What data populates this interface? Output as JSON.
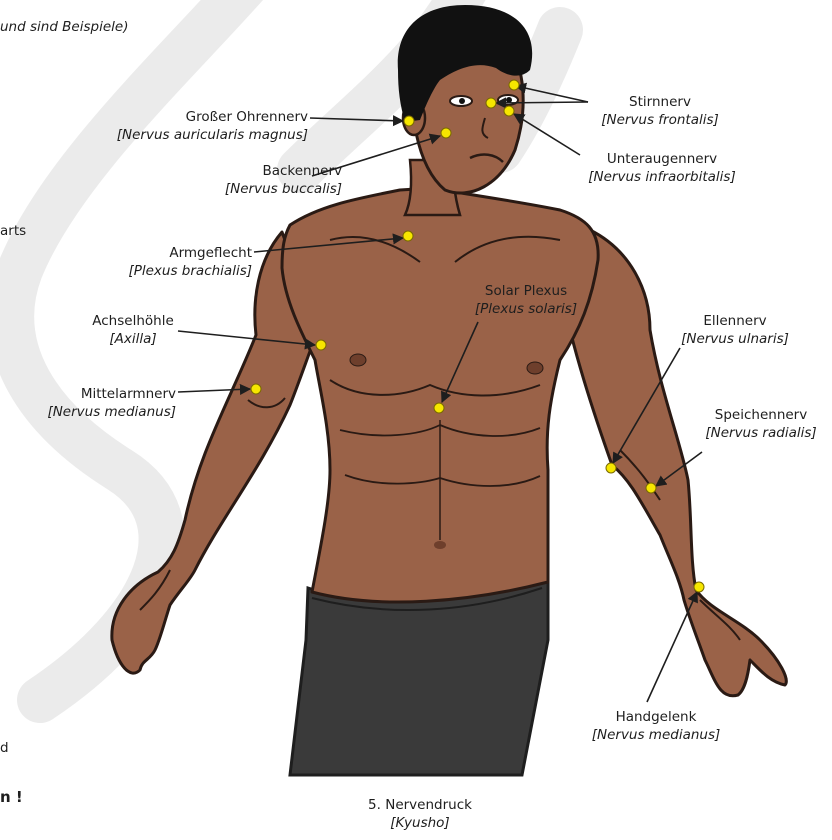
{
  "header_fragment": "und sind Beispiele)",
  "side_fragments": {
    "arts": "arts",
    "d": "d",
    "n_excl": "n !"
  },
  "caption": {
    "title": "5. Nervendruck",
    "subtitle": "[Kyusho]"
  },
  "labels": {
    "ohrennerv": {
      "de": "Großer Ohrennerv",
      "la": "[Nervus auricularis magnus]"
    },
    "backennerv": {
      "de": "Backennerv",
      "la": "[Nervus buccalis]"
    },
    "armgeflecht": {
      "de": "Armgeflecht",
      "la": "[Plexus brachialis]"
    },
    "achselhoehle": {
      "de": "Achselhöhle",
      "la": "[Axilla]"
    },
    "mittelarmnerv": {
      "de": "Mittelarmnerv",
      "la": "[Nervus medianus]"
    },
    "solar": {
      "de": "Solar Plexus",
      "la": "[Plexus solaris]"
    },
    "stirnnerv": {
      "de": "Stirnnerv",
      "la": "[Nervus frontalis]"
    },
    "unteraugennerv": {
      "de": "Unteraugennerv",
      "la": "[Nervus infraorbitalis]"
    },
    "ellennerv": {
      "de": "Ellennerv",
      "la": "[Nervus ulnaris]"
    },
    "speichennerv": {
      "de": "Speichennerv",
      "la": "[Nervus radialis]"
    },
    "handgelenk": {
      "de": "Handgelenk",
      "la": "[Nervus medianus]"
    }
  },
  "colors": {
    "skin": "#9a6248",
    "skin_outline": "#2a1a14",
    "hair": "#111111",
    "trousers": "#3a3a3a",
    "point": "#f6e600",
    "watermark": "#ebebeb"
  },
  "icons": {
    "pressure_point": "yellow-dot-icon",
    "arrow": "arrow-pointer-icon"
  }
}
